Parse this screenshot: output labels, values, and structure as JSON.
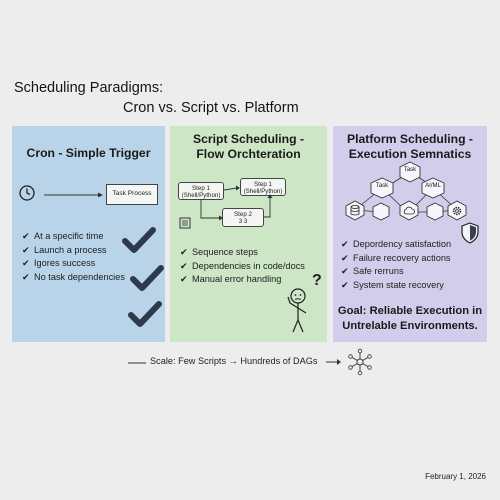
{
  "title": {
    "line1": "Scheduling Paradigms:",
    "line2": "Cron vs. Script vs. Platform"
  },
  "panels": {
    "cron": {
      "heading": "Cron - Simple Trigger",
      "task_label": "Task Process",
      "items": [
        "At a specific time",
        "Launch a process",
        "Igores success",
        "No task dependencies"
      ]
    },
    "script": {
      "heading_line1": "Script Scheduling -",
      "heading_line2": "Flow Orchteration",
      "step1a": [
        "Step 1",
        "(Shell/Python)"
      ],
      "step1b": [
        "Step 1",
        "(Shell/Python)"
      ],
      "step2": [
        "Step 2",
        "3 3"
      ],
      "question_mark": "?",
      "items": [
        "Sequence steps",
        "Dependencies in code/docs",
        "Manual error handling"
      ]
    },
    "platform": {
      "heading_line1": "Platform Scheduling -",
      "heading_line2": "Execution Semnatics",
      "node_task_top": "Task",
      "node_task_left": "Task",
      "node_aiml": "AI/ML",
      "items": [
        "Depordency satisfaction",
        "Failure recovery actions",
        "Safe rerruns",
        "System state recovery"
      ],
      "goal_line1": "Goal: Reliable Execution in",
      "goal_line2": "Untrelable Environments."
    }
  },
  "footer": {
    "scale_text": "Scale: Few Scripts → Hundreds of DAGs",
    "date": "February 1, 2026"
  },
  "colors": {
    "cron_bg": "#b9d4e8",
    "script_bg": "#cde6c6",
    "platform_bg": "#d3cdec",
    "check_dark": "#2e3a4c",
    "page_bg": "#ededed"
  },
  "icons": [
    "clock-icon",
    "arrow-right-icon",
    "check-icon",
    "scroll-icon",
    "confused-person-icon",
    "database-icon",
    "cloud-icon",
    "gear-icon",
    "shield-icon",
    "network-hub-icon"
  ]
}
